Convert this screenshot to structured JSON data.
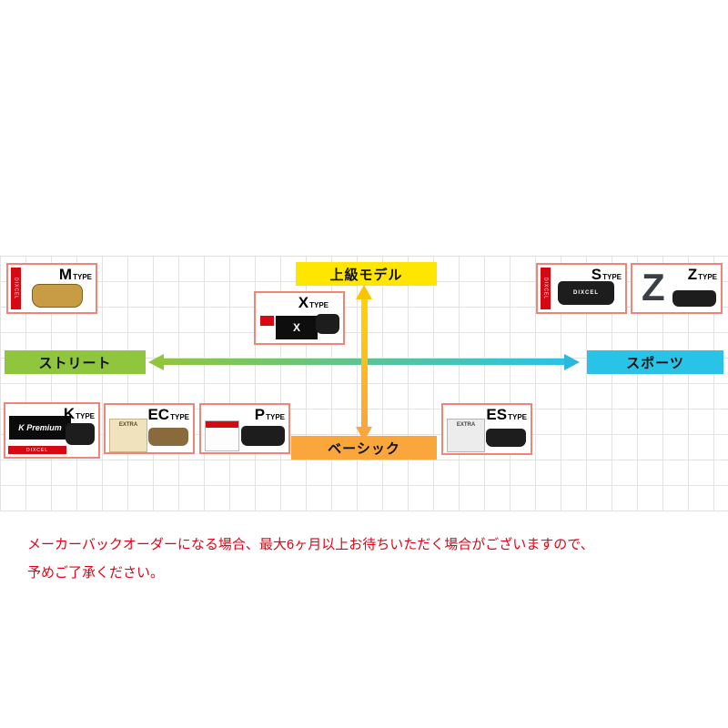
{
  "diagram": {
    "axis": {
      "top": "上級モデル",
      "bottom": "ベーシック",
      "left": "ストリート",
      "right": "スポーツ"
    },
    "colors": {
      "premium_yellow": "#ffe600",
      "basic_orange": "#f9a63c",
      "street_green": "#8fc63d",
      "sport_cyan": "#29c3e7",
      "card_border": "#ee8577",
      "brand_red": "#d60812"
    },
    "brand": "DIXCEL",
    "products": {
      "m": {
        "letter": "M",
        "suffix": "TYPE"
      },
      "x": {
        "letter": "X",
        "suffix": "TYPE",
        "package": "X"
      },
      "s": {
        "letter": "S",
        "suffix": "TYPE",
        "pad_text": "DIXCEL"
      },
      "z": {
        "letter": "Z",
        "suffix": "TYPE",
        "background_letter": "Z"
      },
      "k": {
        "letter": "K",
        "suffix": "TYPE",
        "package": "K Premium"
      },
      "ec": {
        "letter": "EC",
        "suffix": "TYPE",
        "package": "EXTRA"
      },
      "p": {
        "letter": "P",
        "suffix": "TYPE"
      },
      "es": {
        "letter": "ES",
        "suffix": "TYPE",
        "package": "EXTRA"
      }
    }
  },
  "footer": {
    "line1": "メーカーバックオーダーになる場合、最大6ヶ月以上お待ちいただく場合がございますので、",
    "line2": "予めご了承ください。",
    "color": "#e60012"
  }
}
